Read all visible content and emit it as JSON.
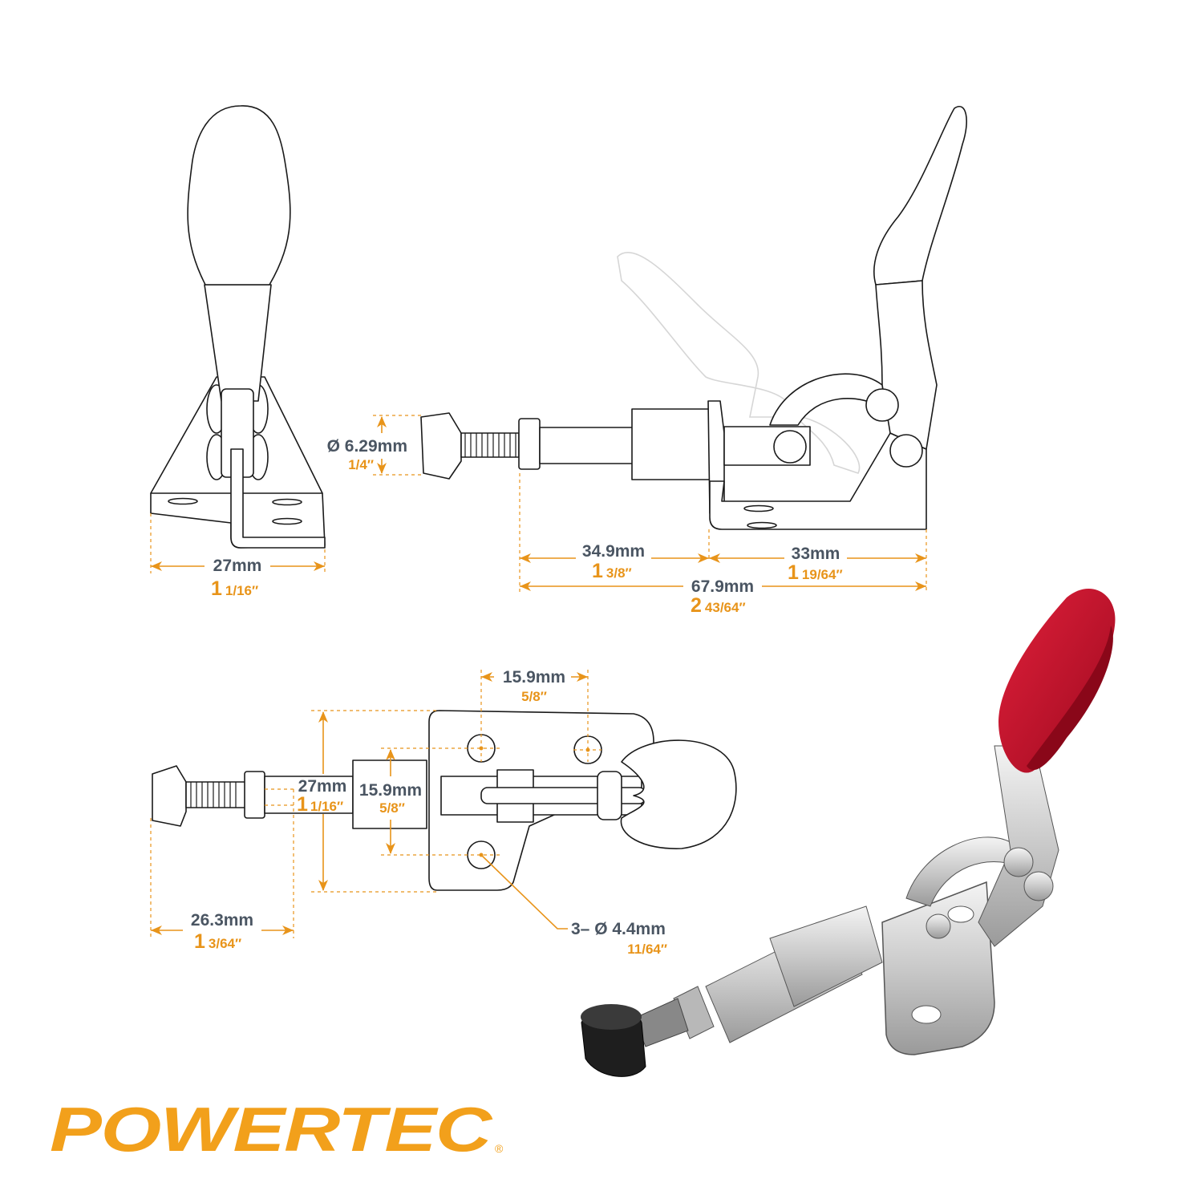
{
  "colors": {
    "dimension": "#E8941A",
    "label_gray": "#4a5562",
    "handle_red": "#C8102E",
    "brand": "#F2A01B"
  },
  "brand": {
    "logo_text": "POWERTEC",
    "registered": "®"
  },
  "dimensions": {
    "front_width": {
      "mm": "27mm",
      "whole": "1",
      "frac": "1/16″"
    },
    "tip_diameter": {
      "mm": "Ø 6.29mm",
      "whole": "",
      "frac": "1/4″"
    },
    "stroke_left": {
      "mm": "34.9mm",
      "whole": "1",
      "frac": "3/8″"
    },
    "body_right": {
      "mm": "33mm",
      "whole": "1",
      "frac": "19/64″"
    },
    "overall": {
      "mm": "67.9mm",
      "whole": "2",
      "frac": "43/64″"
    },
    "hole_spacing_x": {
      "mm": "15.9mm",
      "whole": "",
      "frac": "5/8″"
    },
    "base_height": {
      "mm": "27mm",
      "whole": "1",
      "frac": "1/16″"
    },
    "hole_spacing_y": {
      "mm": "15.9mm",
      "whole": "",
      "frac": "5/8″"
    },
    "plunger_reach": {
      "mm": "26.3mm",
      "whole": "1",
      "frac": "3/64″"
    },
    "mount_holes": {
      "mm": "3– Ø 4.4mm",
      "whole": "",
      "frac": "11/64″"
    }
  }
}
